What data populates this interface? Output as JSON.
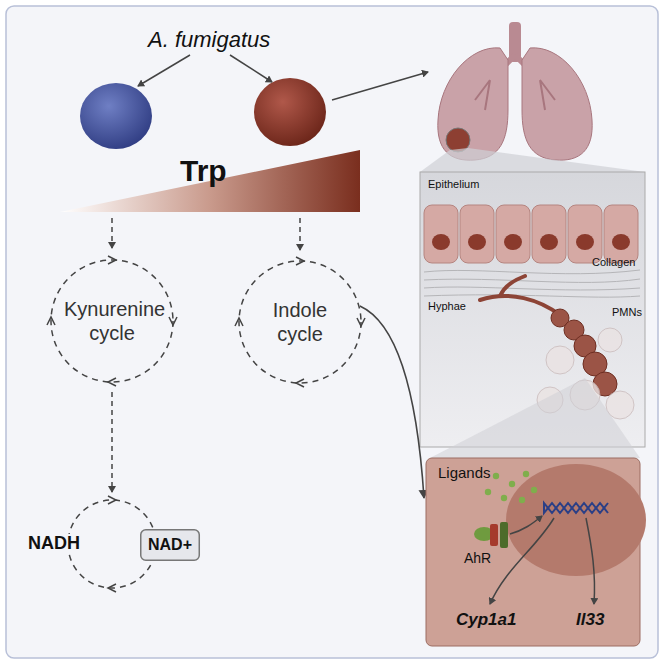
{
  "diagram": {
    "nodes": [
      {
        "text": [
          "Kynurenine cycle"
        ]
      },
      {
        "text": [
          "Indole cycle"
        ]
      },
      {
        "text": [
          "NAD+"
        ]
      },
      {
        "text": [
          "Ligands",
          "AhR",
          "Cyp1a1",
          "Il33"
        ]
      }
    ],
    "edges": [
      {
        "from": 1,
        "to": 3,
        "arrow": "to"
      }
    ],
    "labels": [
      "A. fumigatus",
      "Trp",
      "NADH",
      "Epithelium",
      "Collagen",
      "Hyphae",
      "PMNs"
    ]
  }
}
